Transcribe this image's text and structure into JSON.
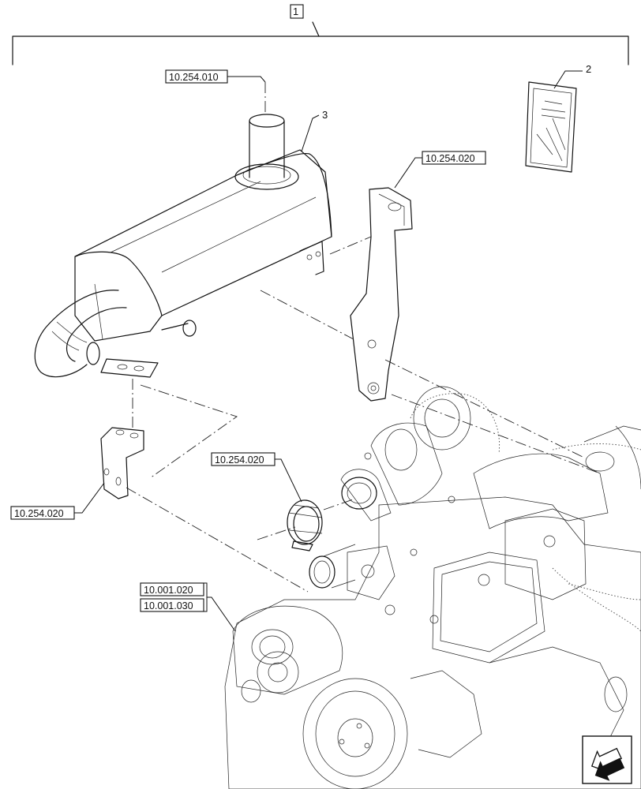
{
  "labels": {
    "assembly_item": "1",
    "item_2": "2",
    "item_3": "3",
    "ref_top": "10.254.010",
    "ref_bracket_right": "10.254.020",
    "ref_clamp": "10.254.020",
    "ref_bracket_left": "10.254.020",
    "ref_engine_a": "10.001.020",
    "ref_engine_b": "10.001.030"
  },
  "icons": {
    "navigation": "back-arrow-icon"
  }
}
